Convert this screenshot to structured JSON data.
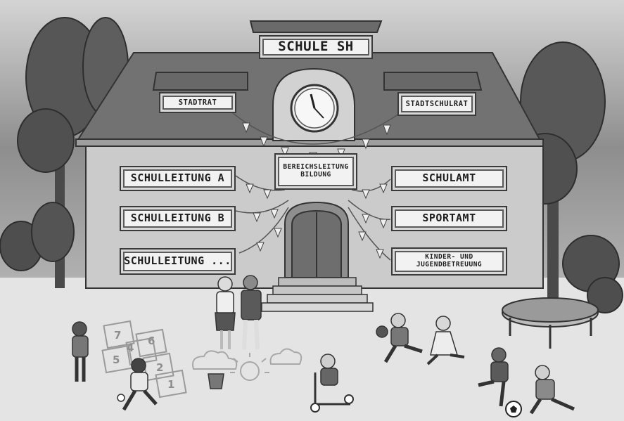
{
  "signs": {
    "title": "SCHULE SH",
    "stadtrat": "STADTRAT",
    "stadtschulrat": "STADTSCHULRAT",
    "bereichsleitung": "BEREICHSLEITUNG BILDUNG",
    "schulleitung_a": "SCHULLEITUNG A",
    "schulleitung_b": "SCHULLEITUNG B",
    "schulleitung_more": "SCHULLEITUNG ...",
    "schulamt": "SCHULAMT",
    "sportamt": "SPORTAMT",
    "kinder": "KINDER- UND JUGENDBETREUUNG"
  },
  "hopscotch": [
    "7",
    "4",
    "6",
    "5",
    "2",
    "1"
  ],
  "colors": {
    "sky": "#9a9a9a",
    "roof": "#6e6e6e",
    "wall": "#c9c9c9",
    "ground": "#e2e2e2",
    "tree": "#5a5a5a"
  }
}
